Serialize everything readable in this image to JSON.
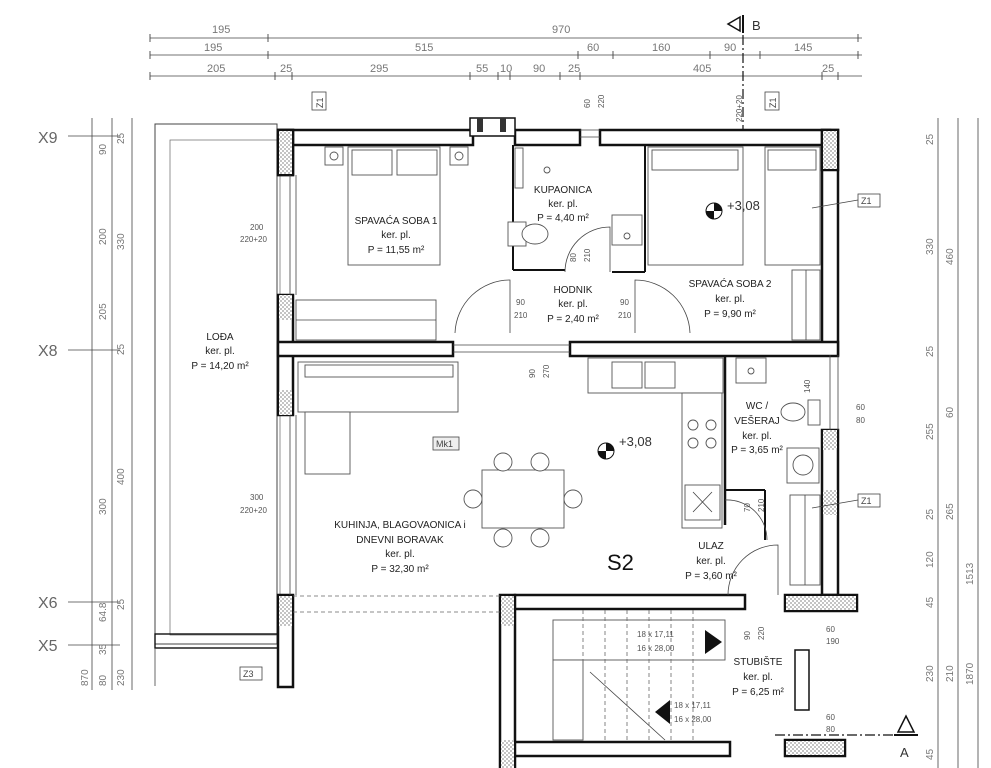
{
  "dimensions": {
    "row1": [
      "195",
      "970"
    ],
    "row2": [
      "195",
      "515",
      "60",
      "160",
      "90",
      "145"
    ],
    "row3": [
      "205",
      "25",
      "295",
      "55",
      "10",
      "90",
      "25",
      "405",
      "25"
    ],
    "left_a": [
      "25",
      "90",
      "200",
      "205",
      "25",
      "300",
      "400",
      "25",
      "64.8",
      "35",
      "80",
      "230",
      "870"
    ],
    "left_b": [
      "330"
    ],
    "right_a": [
      "25",
      "330",
      "460",
      "25",
      "60",
      "255",
      "25",
      "265",
      "120",
      "45",
      "1513",
      "230",
      "210",
      "1870",
      "45"
    ],
    "openings": [
      "200",
      "220+20",
      "300",
      "220+20",
      "90",
      "210",
      "90",
      "210",
      "80",
      "210",
      "90",
      "270",
      "70",
      "210",
      "60",
      "80",
      "60",
      "190",
      "60",
      "80",
      "90",
      "220",
      "60",
      "220",
      "220+20",
      "140"
    ]
  },
  "grid_labels": [
    "X9",
    "X8",
    "X6",
    "X5"
  ],
  "section_marks": [
    "B",
    "A"
  ],
  "rooms": [
    {
      "name": "SPAVAĆA SOBA 1",
      "floor": "ker. pl.",
      "area": "P = 11,55 m²"
    },
    {
      "name": "KUPAONICA",
      "floor": "ker. pl.",
      "area": "P = 4,40 m²"
    },
    {
      "name": "HODNIK",
      "floor": "ker. pl.",
      "area": "P = 2,40 m²"
    },
    {
      "name": "SPAVAĆA SOBA 2",
      "floor": "ker. pl.",
      "area": "P = 9,90 m²"
    },
    {
      "name": "LOĐA",
      "floor": "ker. pl.",
      "area": "P = 14,20 m²"
    },
    {
      "name_line1": "KUHINJA, BLAGOVAONICA i",
      "name_line2": "DNEVNI BORAVAK",
      "floor": "ker. pl.",
      "area": "P = 32,30 m²"
    },
    {
      "name_line1": "WC /",
      "name_line2": "VEŠERAJ",
      "floor": "ker. pl.",
      "area": "P = 3,65 m²"
    },
    {
      "name": "ULAZ",
      "floor": "ker. pl.",
      "area": "P = 3,60 m²"
    },
    {
      "name": "STUBIŠTE",
      "floor": "ker. pl.",
      "area": "P = 6,25 m²"
    }
  ],
  "unit_label": "S2",
  "elevations": [
    "+3,08",
    "+3,08"
  ],
  "tags": [
    "Z1",
    "Z1",
    "Z1",
    "Z1",
    "Z3",
    "Mk1"
  ],
  "stairs": [
    "18 x 17,11",
    "16 x 28,00",
    "18 x 17,11",
    "16 x 28,00"
  ]
}
